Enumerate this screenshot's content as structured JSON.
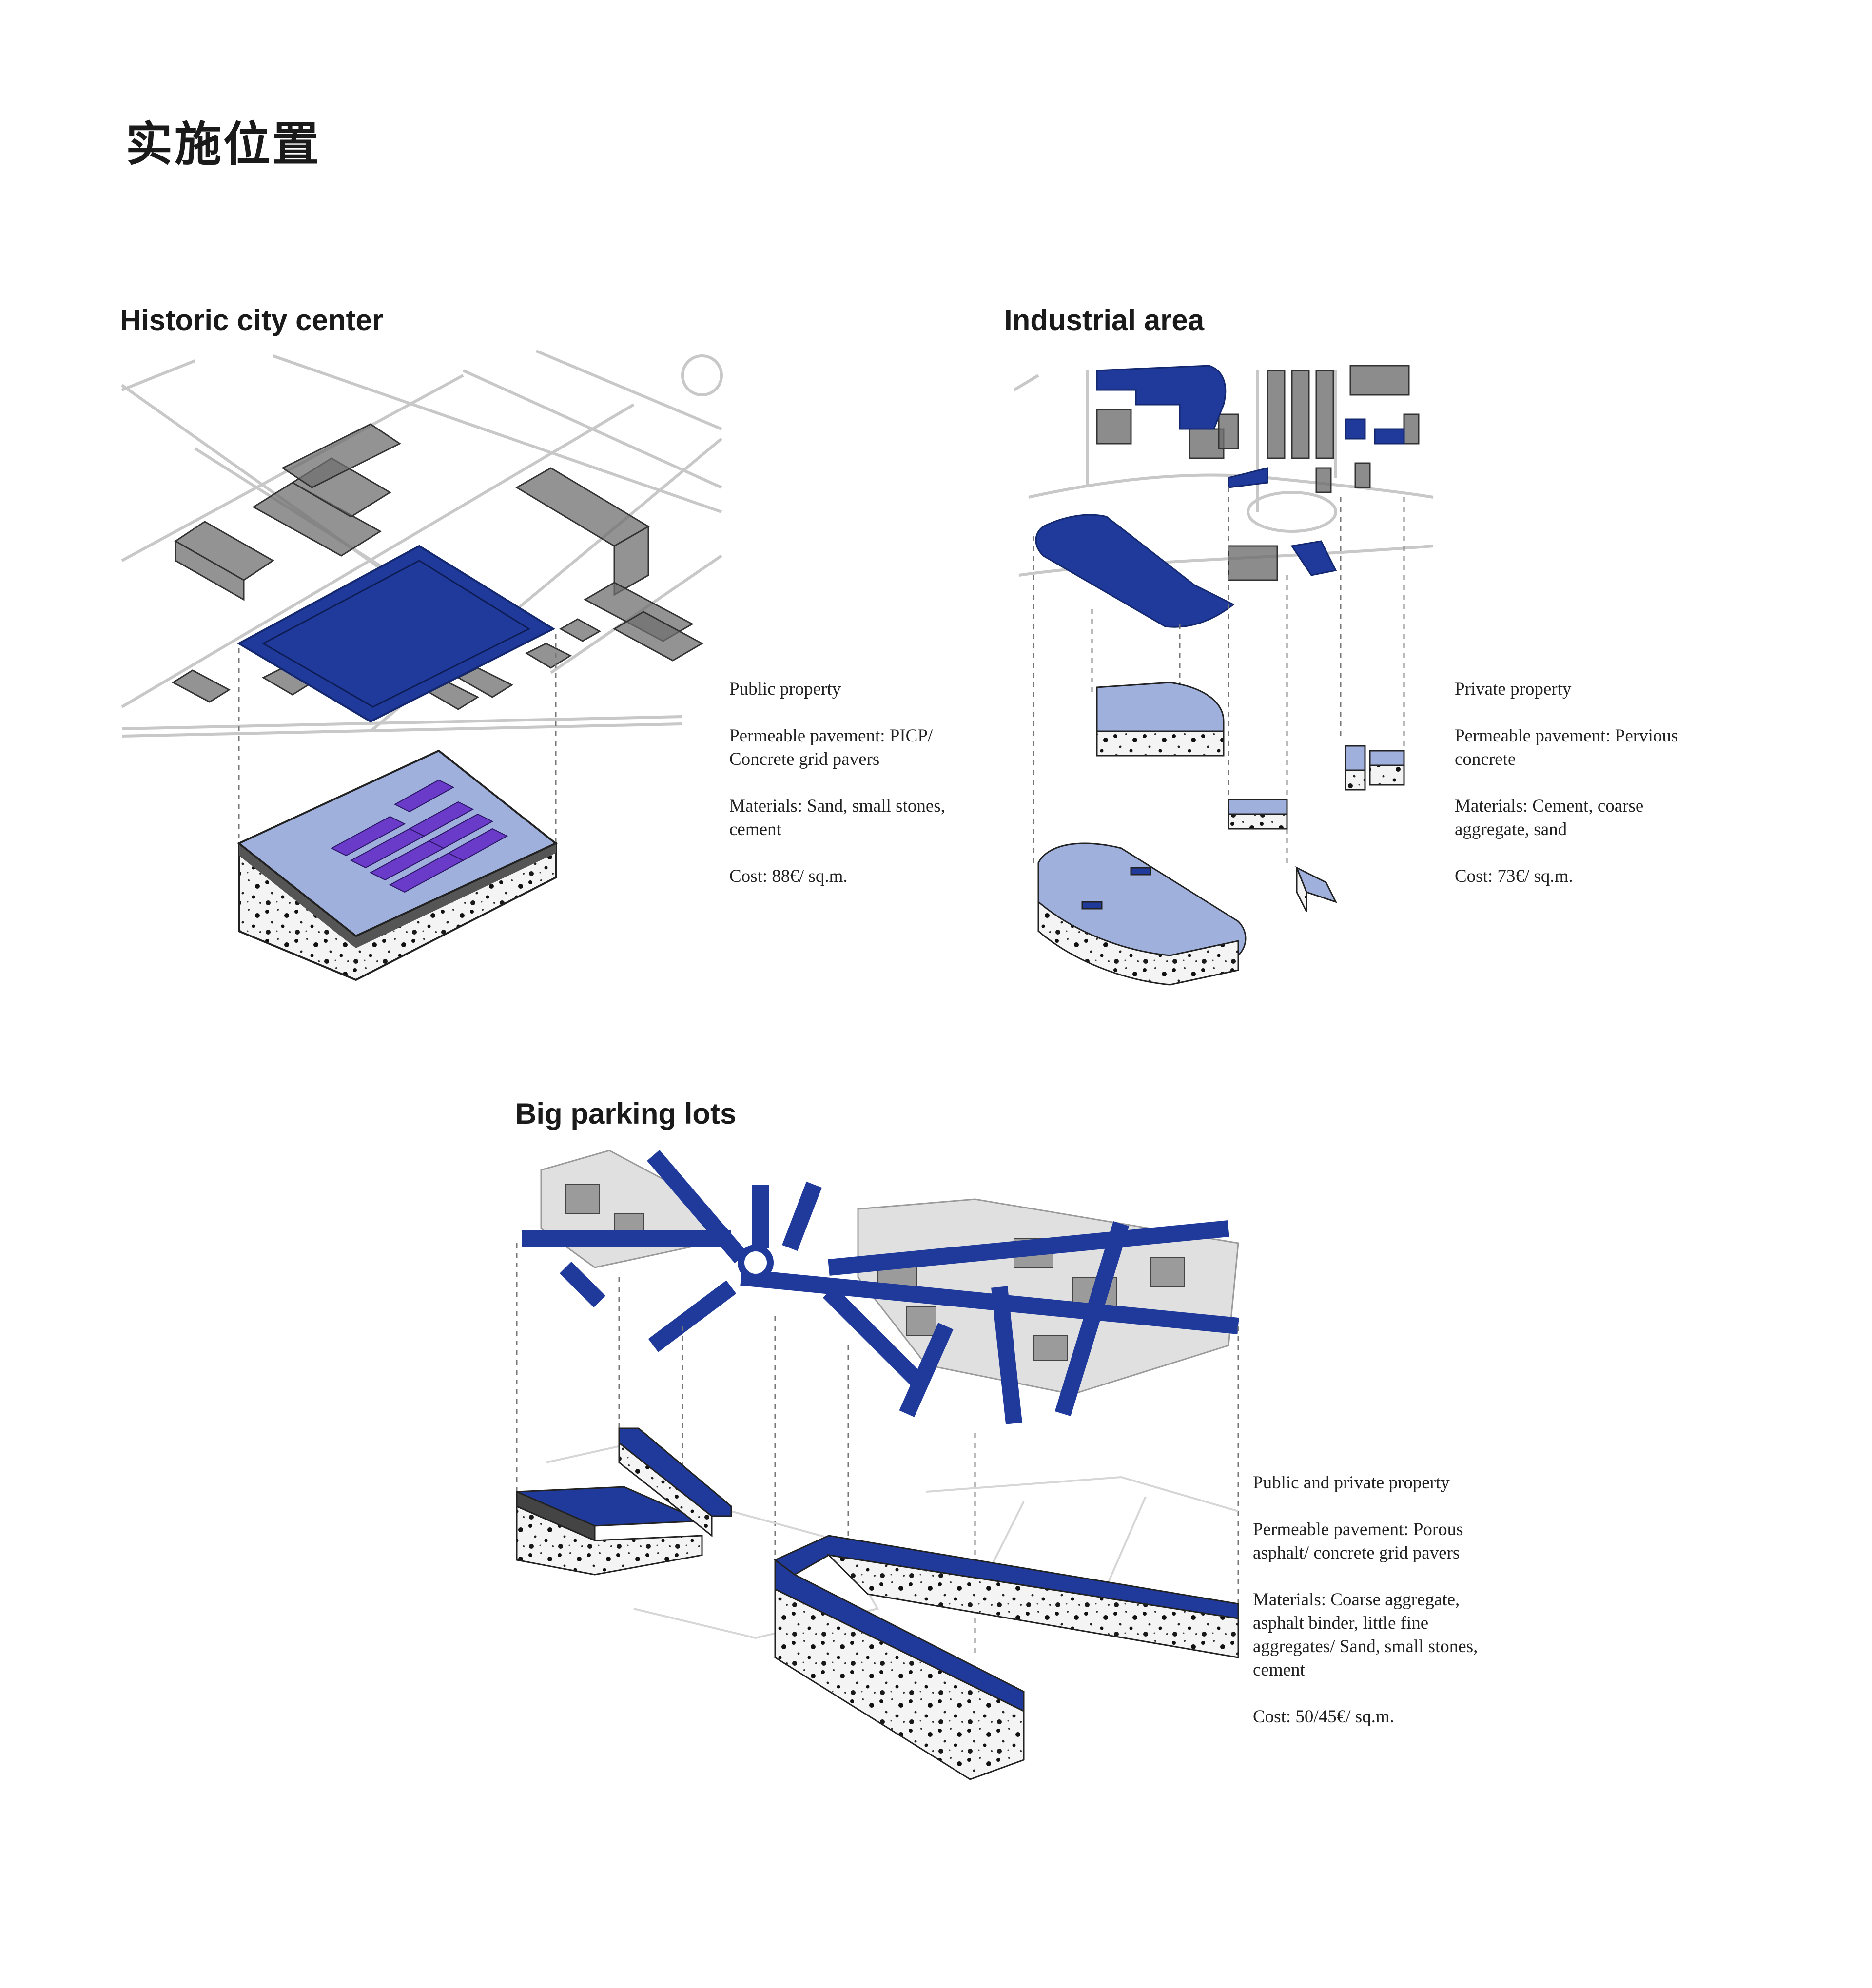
{
  "page": {
    "title": "实施位置"
  },
  "colors": {
    "accent_blue": "#1f3a9a",
    "light_blue": "#9fb0dc",
    "violet": "#6a3bc9",
    "building_gray": "#6f6f6f",
    "road_gray": "#cfcfcf",
    "ink": "#1a1a1a"
  },
  "sections": {
    "historic": {
      "title": "Historic city center",
      "property": "Public property",
      "pavement_1": "Permeable pavement: PICP/",
      "pavement_2": "Concrete grid pavers",
      "materials_1": "Materials: Sand, small stones,",
      "materials_2": "cement",
      "cost": "Cost: 88€/ sq.m."
    },
    "industrial": {
      "title": "Industrial area",
      "property": "Private property",
      "pavement_1": "Permeable pavement: Pervious",
      "pavement_2": "concrete",
      "materials_1": "Materials: Cement, coarse",
      "materials_2": "aggregate, sand",
      "cost": "Cost: 73€/ sq.m."
    },
    "parking": {
      "title": "Big parking lots",
      "property": "Public and private property",
      "pavement_1": "Permeable pavement: Porous",
      "pavement_2": "asphalt/ concrete grid pavers",
      "materials_1": "Materials: Coarse aggregate,",
      "materials_2": "asphalt binder, little fine",
      "materials_3": "aggregates/ Sand, small stones,",
      "materials_4": "cement",
      "cost": "Cost: 50/45€/ sq.m."
    }
  }
}
